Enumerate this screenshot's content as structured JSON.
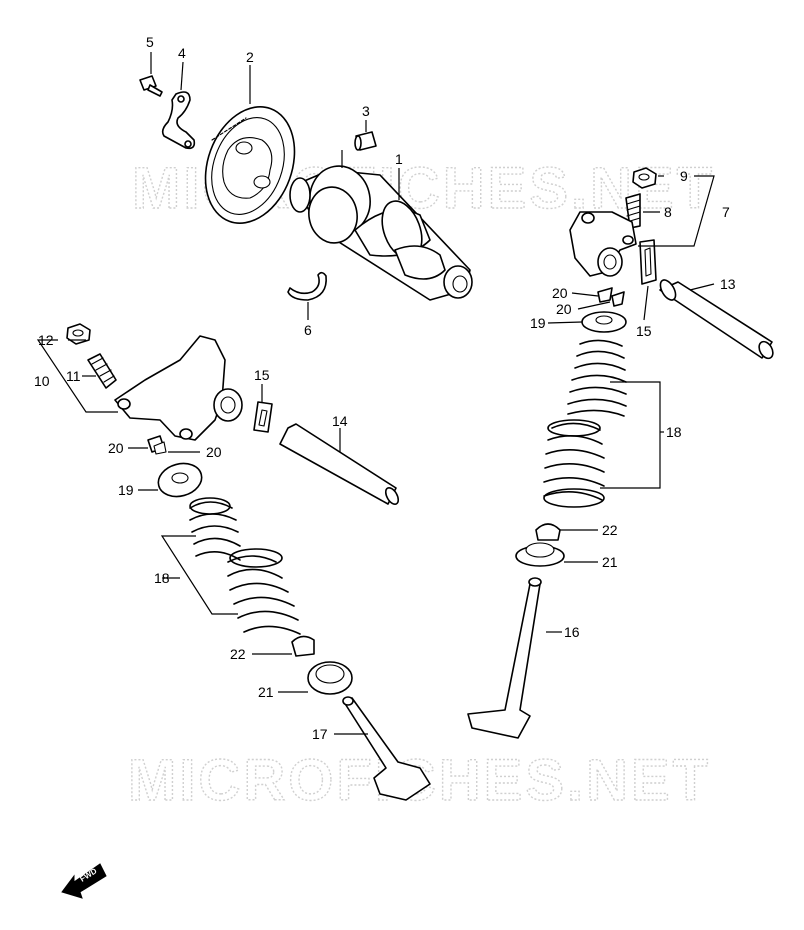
{
  "watermark": "MICROFICHES.NET",
  "fwd_label": "FWD",
  "callouts": {
    "c1": "1",
    "c2": "2",
    "c3": "3",
    "c4": "4",
    "c5": "5",
    "c6": "6",
    "c7": "7",
    "c8": "8",
    "c9": "9",
    "c10": "10",
    "c11": "11",
    "c12": "12",
    "c13": "13",
    "c14": "14",
    "c15a": "15",
    "c15b": "15",
    "c16": "16",
    "c17": "17",
    "c18a": "18",
    "c18b": "18",
    "c19a": "19",
    "c19b": "19",
    "c20a": "20",
    "c20b": "20",
    "c20c": "20",
    "c20d": "20",
    "c21a": "21",
    "c21b": "21",
    "c22a": "22",
    "c22b": "22"
  }
}
